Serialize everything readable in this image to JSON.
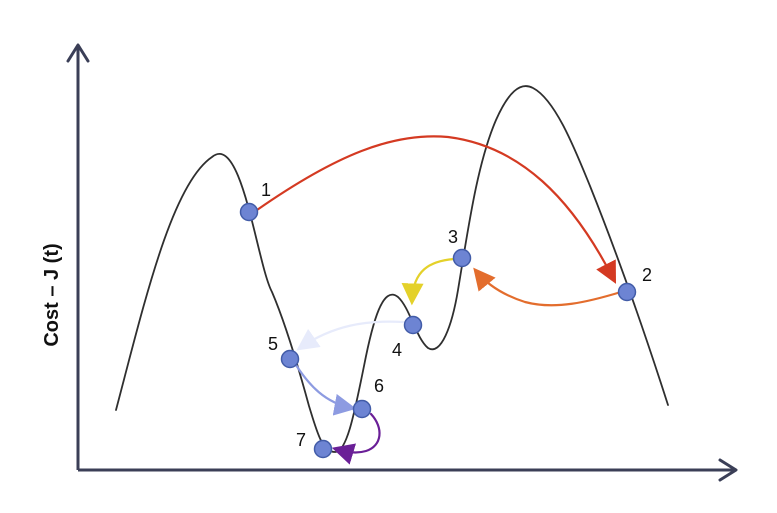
{
  "diagram": {
    "y_axis_label": "Cost – J (t)",
    "colors": {
      "axis": "#3b3f57",
      "curve": "#2f2f2f",
      "point_fill": "#6d84d3",
      "point_stroke": "#425ca8",
      "step_1_to_2": "#d43a22",
      "step_2_to_3": "#e36d2d",
      "step_3_to_4": "#e4d12a",
      "step_4_to_5": "#e7ebfb",
      "step_5_to_6": "#8d9be1",
      "step_6_to_7": "#6a1f97"
    },
    "points": [
      {
        "label": "1"
      },
      {
        "label": "2"
      },
      {
        "label": "3"
      },
      {
        "label": "4"
      },
      {
        "label": "5"
      },
      {
        "label": "6"
      },
      {
        "label": "7"
      }
    ],
    "steps": [
      {
        "from": "1",
        "to": "2",
        "color": "#d43a22"
      },
      {
        "from": "2",
        "to": "3",
        "color": "#e36d2d"
      },
      {
        "from": "3",
        "to": "4",
        "color": "#e4d12a"
      },
      {
        "from": "4",
        "to": "5",
        "color": "#e7ebfb"
      },
      {
        "from": "5",
        "to": "6",
        "color": "#8d9be1"
      },
      {
        "from": "6",
        "to": "7",
        "color": "#6a1f97"
      }
    ]
  }
}
